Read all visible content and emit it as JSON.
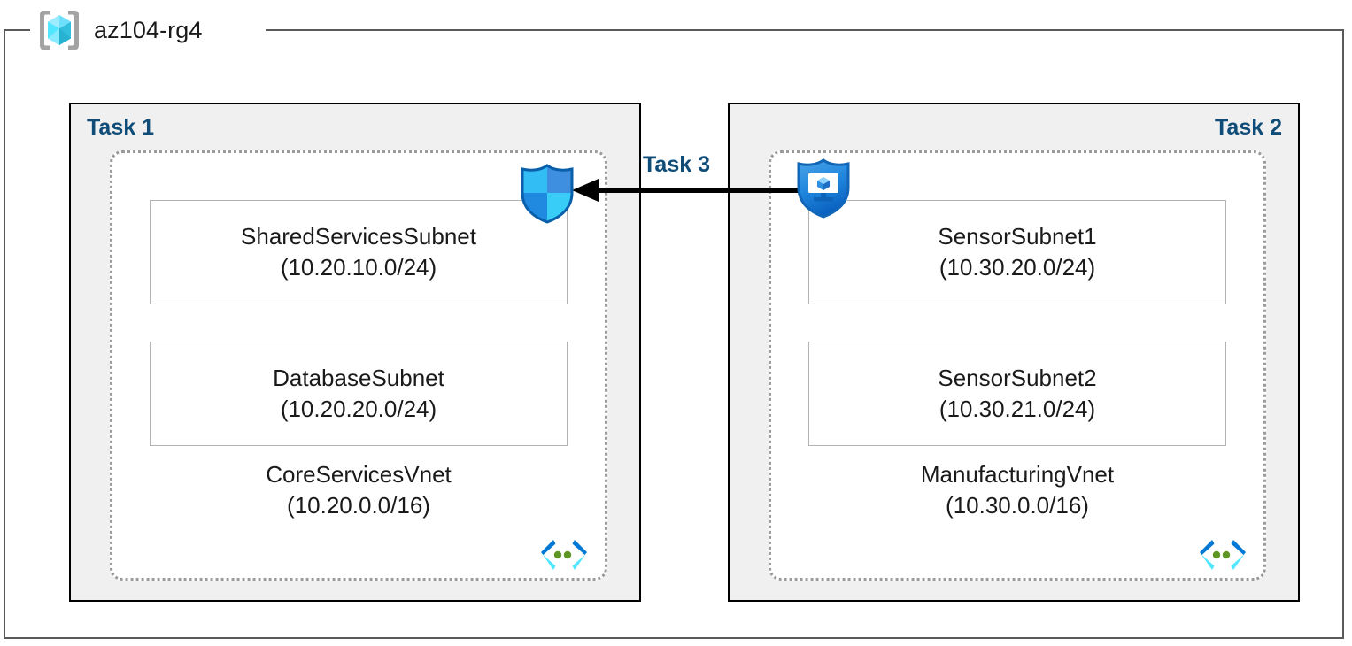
{
  "resource_group": {
    "icon": "resource-group-cube-icon",
    "title": "az104-rg4"
  },
  "colors": {
    "task_label": "#0f4c77",
    "task_box_fill": "#f0f0f0",
    "task_box_border": "#000000",
    "vnet_border": "#9a9a9a",
    "subnet_border": "#b3b3b3",
    "arrow": "#000000",
    "azure_blue": "#0078d4",
    "cube_cyan": "#50e6ff"
  },
  "tasks": [
    {
      "label": "Task 1",
      "align": "left",
      "vnet": {
        "name": "CoreServicesVnet",
        "cidr": "(10.20.0.0/16)",
        "icon": "vnet-brackets-icon",
        "subnets": [
          {
            "name": "SharedServicesSubnet",
            "cidr": "(10.20.10.0/24)"
          },
          {
            "name": "DatabaseSubnet",
            "cidr": "(10.20.20.0/24)"
          }
        ]
      }
    },
    {
      "label": "Task 2",
      "align": "right",
      "vnet": {
        "name": "ManufacturingVnet",
        "cidr": "(10.30.0.0/16)",
        "icon": "vnet-brackets-icon",
        "subnets": [
          {
            "name": "SensorSubnet1",
            "cidr": "(10.30.20.0/24)"
          },
          {
            "name": "SensorSubnet2",
            "cidr": "(10.30.21.0/24)"
          }
        ]
      }
    }
  ],
  "connection": {
    "label": "Task 3",
    "direction": "right-to-left",
    "source_icon": "bastion-shield-icon",
    "target_icon": "firewall-shield-icon"
  }
}
